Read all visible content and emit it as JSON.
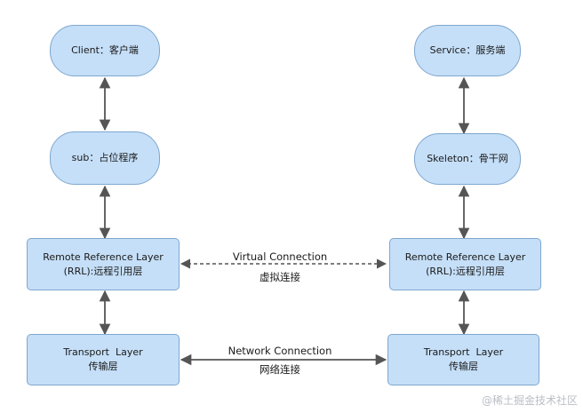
{
  "nodes": {
    "client": {
      "line1": "Client：客户端"
    },
    "stub": {
      "line1": "sub：占位程序"
    },
    "rrl_left": {
      "line1": "Remote Reference Layer",
      "line2": "(RRL):远程引用层"
    },
    "transport_left": {
      "line1": "Transport  Layer",
      "line2": "传输层"
    },
    "service": {
      "line1": "Service：服务端"
    },
    "skeleton": {
      "line1": "Skeleton：骨干网"
    },
    "rrl_right": {
      "line1": "Remote Reference Layer",
      "line2": "(RRL):远程引用层"
    },
    "transport_right": {
      "line1": "Transport  Layer",
      "line2": "传输层"
    }
  },
  "connections": {
    "virtual": {
      "label_en": "Virtual Connection",
      "label_zh": "虚拟连接"
    },
    "network": {
      "label_en": "Network Connection",
      "label_zh": "网络连接"
    }
  },
  "watermark": "@稀土掘金技术社区",
  "colors": {
    "node_fill": "#c5dff8",
    "node_border": "#7ea7cf",
    "arrow": "#555555"
  }
}
